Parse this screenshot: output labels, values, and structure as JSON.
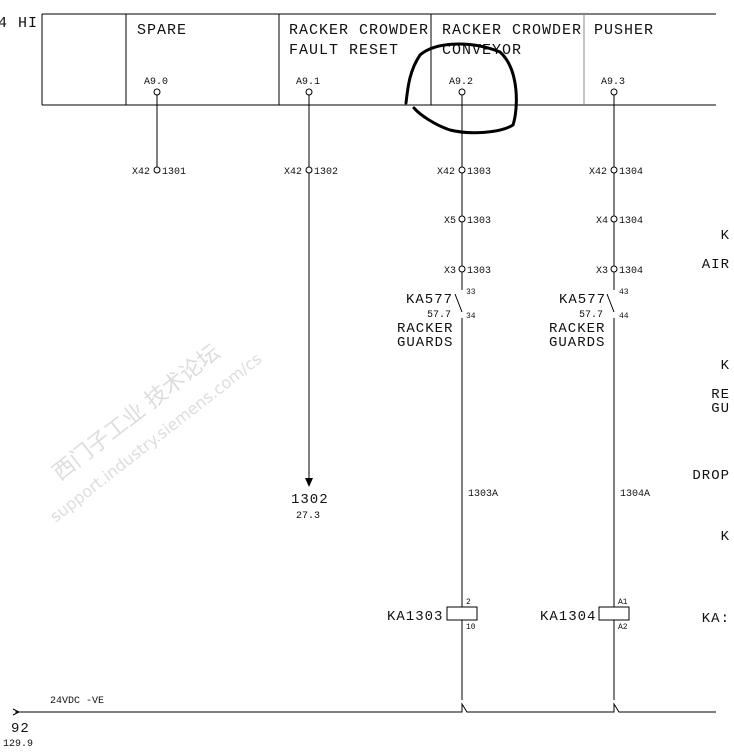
{
  "sheet_edge_label": "4 HI",
  "header": {
    "columns": [
      {
        "title_lines": [
          "SPARE"
        ],
        "address": "A9.0"
      },
      {
        "title_lines": [
          "RACKER CROWDER",
          "FAULT RESET"
        ],
        "address": "A9.1"
      },
      {
        "title_lines": [
          "RACKER CROWDER",
          "CONVEYOR"
        ],
        "address": "A9.2"
      },
      {
        "title_lines": [
          "PUSHER"
        ],
        "address": "A9.3"
      }
    ]
  },
  "circuits": {
    "spare": {
      "terminals": [
        {
          "strip": "X42",
          "num": "1301"
        }
      ]
    },
    "fault_reset": {
      "terminals": [
        {
          "strip": "X42",
          "num": "1302"
        }
      ],
      "crossref": "1302",
      "crossref_page": "27.3"
    },
    "conveyor": {
      "terminals": [
        {
          "strip": "X42",
          "num": "1303"
        },
        {
          "strip": "X5",
          "num": "1303"
        },
        {
          "strip": "X3",
          "num": "1303"
        }
      ],
      "contact": {
        "tag": "KA577",
        "ref": "57.7",
        "pin_top": "33",
        "pin_bottom": "34",
        "desc": [
          "RACKER",
          "GUARDS"
        ]
      },
      "wire": "1303A",
      "coil": {
        "tag": "KA1303",
        "pin_top": "2",
        "pin_bottom": "10"
      }
    },
    "pusher": {
      "terminals": [
        {
          "strip": "X42",
          "num": "1304"
        },
        {
          "strip": "X4",
          "num": "1304"
        },
        {
          "strip": "X3",
          "num": "1304"
        }
      ],
      "contact": {
        "tag": "KA577",
        "ref": "57.7",
        "pin_top": "43",
        "pin_bottom": "44",
        "desc": [
          "RACKER",
          "GUARDS"
        ]
      },
      "wire": "1304A",
      "coil": {
        "tag": "KA1304",
        "pin_top": "A1",
        "pin_bottom": "A2"
      }
    }
  },
  "right_edge_fragments": [
    "K",
    "AIR",
    "K",
    "RE",
    "GU",
    "DROP",
    "K",
    "KA:"
  ],
  "rail": {
    "label": "24VDC -VE",
    "ref": "92",
    "ref_page": "129.9"
  },
  "watermark": {
    "line1": "西门子工业  技术论坛",
    "line2": "support.industry.siemens.com/cs"
  },
  "annotation_color": "#000000"
}
